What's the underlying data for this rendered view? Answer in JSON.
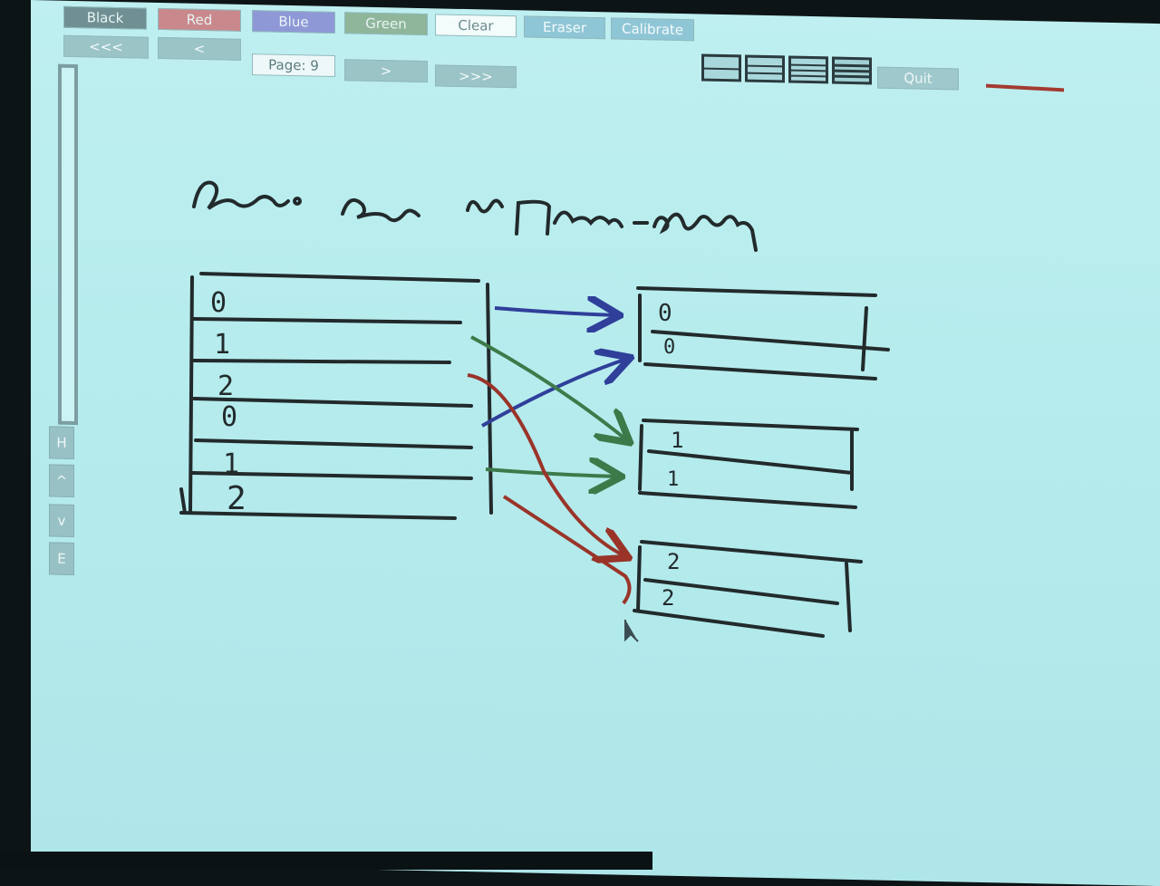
{
  "toolbar": {
    "colors": [
      {
        "label": "Black",
        "color": "#6f8f93"
      },
      {
        "label": "Red",
        "color": "#c9898c"
      },
      {
        "label": "Blue",
        "color": "#8f98d6"
      },
      {
        "label": "Green",
        "color": "#8fb69a"
      }
    ],
    "clear_label": "Clear",
    "eraser_label": "Eraser",
    "calibrate_label": "Calibrate",
    "quit_label": "Quit",
    "nav": {
      "first_label": "<<<",
      "prev_label": "<",
      "page_label": "Page: 9",
      "next_label": ">",
      "last_label": ">>>"
    },
    "layout_icons": [
      "layout-1-icon",
      "layout-2-icon",
      "layout-3-icon",
      "layout-4-icon"
    ],
    "pen_color": "#a33a30"
  },
  "sidebar": {
    "buttons": [
      {
        "label": "H"
      },
      {
        "label": "^"
      },
      {
        "label": "v"
      },
      {
        "label": "E"
      }
    ]
  },
  "canvas": {
    "ink_colors": {
      "black": "#222a2c",
      "blue": "#2f3f9a",
      "green": "#3d7a4a",
      "red": "#9a3429"
    },
    "left_table_digits": [
      "0",
      "1",
      "2",
      "0",
      "1",
      "2"
    ],
    "right_tables": [
      [
        "0",
        "0"
      ],
      [
        "1",
        "1"
      ],
      [
        "2",
        "2"
      ]
    ]
  }
}
